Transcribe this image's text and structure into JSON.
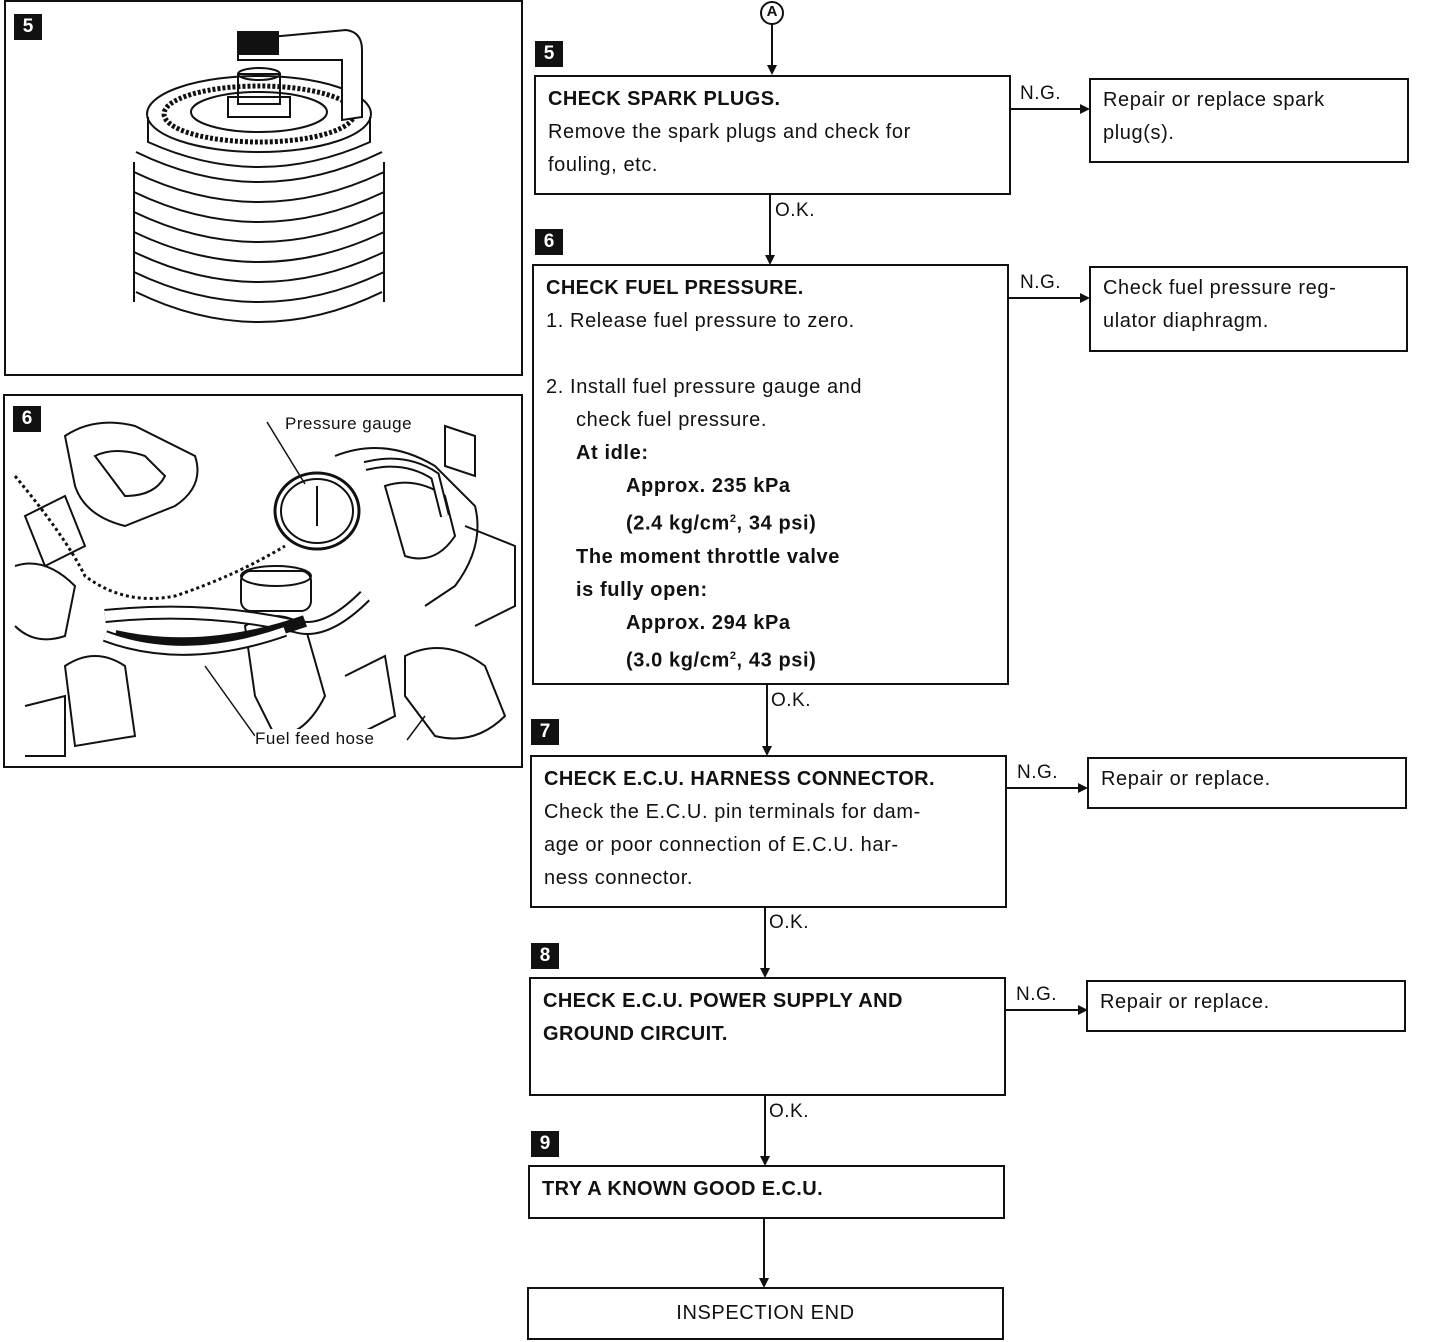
{
  "connector_label": "A",
  "figures": {
    "fig5": {
      "number": "5"
    },
    "fig6": {
      "number": "6",
      "label_gauge": "Pressure gauge",
      "label_hose": "Fuel feed hose"
    }
  },
  "steps": {
    "s5": {
      "number": "5",
      "title": "CHECK SPARK PLUGS.",
      "line1": "Remove the spark plugs and check for",
      "line2": "fouling, etc.",
      "ng_label": "N.G.",
      "ng_line1": "Repair or replace spark",
      "ng_line2": "plug(s).",
      "ok_label": "O.K."
    },
    "s6": {
      "number": "6",
      "title": "CHECK FUEL PRESSURE.",
      "item1": "1.  Release fuel pressure to zero.",
      "item2a": "2.  Install fuel pressure gauge and",
      "item2b": "check fuel pressure.",
      "idle_label": "At idle:",
      "idle_val1": "Approx. 235 kPa",
      "idle_val2a": "(2.4 kg/cm",
      "idle_sup": "2",
      "idle_val2b": ", 34 psi)",
      "open_label1": "The moment throttle valve",
      "open_label2": "is fully open:",
      "open_val1": "Approx. 294 kPa",
      "open_val2a": "(3.0 kg/cm",
      "open_sup": "2",
      "open_val2b": ", 43 psi)",
      "ng_label": "N.G.",
      "ng_line1": "Check fuel pressure reg-",
      "ng_line2": "ulator diaphragm.",
      "ok_label": "O.K."
    },
    "s7": {
      "number": "7",
      "title": "CHECK E.C.U. HARNESS CONNECTOR.",
      "line1": "Check the E.C.U. pin terminals for dam-",
      "line2": "age or poor connection of E.C.U. har-",
      "line3": "ness connector.",
      "ng_label": "N.G.",
      "ng_line1": "Repair or replace.",
      "ok_label": "O.K."
    },
    "s8": {
      "number": "8",
      "title1": "CHECK E.C.U. POWER SUPPLY AND",
      "title2": "GROUND CIRCUIT.",
      "ng_label": "N.G.",
      "ng_line1": "Repair or replace.",
      "ok_label": "O.K."
    },
    "s9": {
      "number": "9",
      "title": "TRY A KNOWN GOOD E.C.U."
    }
  },
  "end_label": "INSPECTION END"
}
